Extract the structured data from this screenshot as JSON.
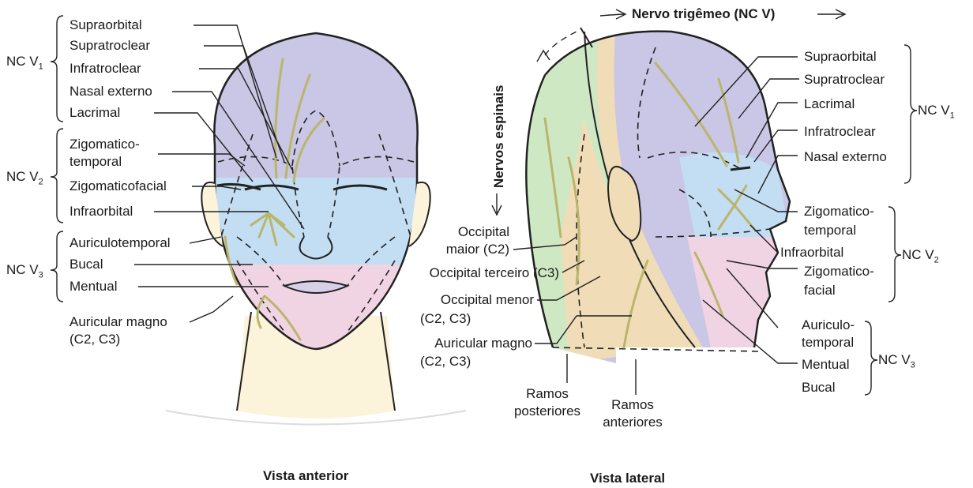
{
  "anterior": {
    "caption": "Vista anterior",
    "groups": {
      "v1": {
        "base": "NC V",
        "sub": "1"
      },
      "v2": {
        "base": "NC V",
        "sub": "2"
      },
      "v3": {
        "base": "NC V",
        "sub": "3"
      }
    },
    "labels": {
      "supraorbital": "Supraorbital",
      "supratroclear": "Supratroclear",
      "infratroclear": "Infratroclear",
      "nasal_externo": "Nasal externo",
      "lacrimal": "Lacrimal",
      "zigomatico_temporal_1": "Zigomatico-",
      "zigomatico_temporal_2": "temporal",
      "zigomaticofacial": "Zigomaticofacial",
      "infraorbital": "Infraorbital",
      "auriculotemporal": "Auriculotemporal",
      "bucal": "Bucal",
      "mentual": "Mentual",
      "auricular_magno_1": "Auricular magno",
      "auricular_magno_2": "(C2, C3)"
    }
  },
  "lateral": {
    "caption": "Vista lateral",
    "header": "Nervo trigêmeo (NC V)",
    "spinal": "Nervos espinais",
    "groups": {
      "v1": {
        "base": "NC V",
        "sub": "1"
      },
      "v2": {
        "base": "NC V",
        "sub": "2"
      },
      "v3": {
        "base": "NC V",
        "sub": "3"
      }
    },
    "labels": {
      "supraorbital": "Supraorbital",
      "supratroclear": "Supratroclear",
      "lacrimal": "Lacrimal",
      "infratroclear": "Infratroclear",
      "nasal_externo": "Nasal externo",
      "zigomatico_temporal_1": "Zigomatico-",
      "zigomatico_temporal_2": "temporal",
      "infraorbital": "Infraorbital",
      "zigomatico_facial_1": "Zigomatico-",
      "zigomatico_facial_2": "facial",
      "auriculo_temporal_1": "Auriculo-",
      "auriculo_temporal_2": "temporal",
      "mentual": "Mentual",
      "bucal": "Bucal",
      "occipital_maior_1": "Occipital",
      "occipital_maior_2": "maior (C2)",
      "occipital_terceiro": "Occipital terceiro (C3)",
      "occipital_menor_1": "Occipital menor",
      "occipital_menor_2": "(C2, C3)",
      "auricular_magno_1": "Auricular magno",
      "auricular_magno_2": "(C2, C3)",
      "ramos_posteriores_1": "Ramos",
      "ramos_posteriores_2": "posteriores",
      "ramos_anteriores_1": "Ramos",
      "ramos_anteriores_2": "anteriores"
    }
  },
  "colors": {
    "v1_zone": "#c9c6e6",
    "v2_zone": "#c3ddf3",
    "v3_zone": "#f1d4e3",
    "spinal_posterior": "#cfe8c4",
    "spinal_anterior": "#f1dcb8",
    "neck": "#fbf3da",
    "nerve": "#b9b66a",
    "outline": "#222222"
  }
}
